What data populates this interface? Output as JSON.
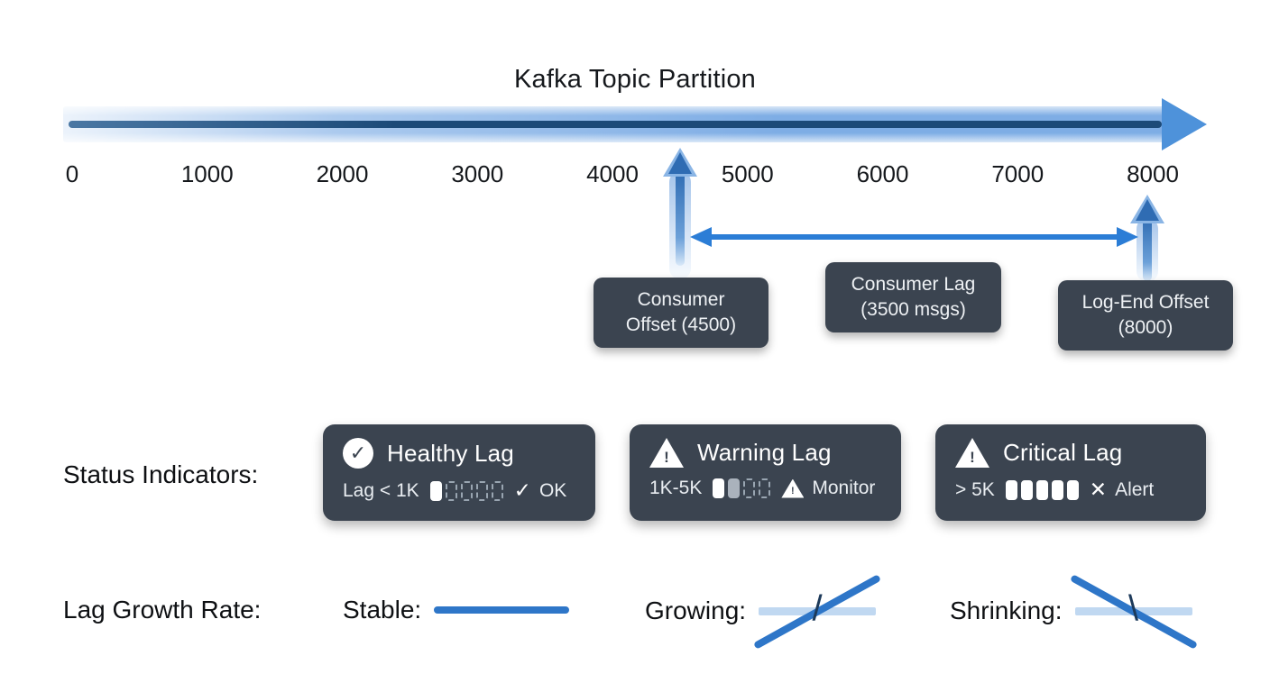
{
  "title": "Kafka Topic Partition",
  "axis": {
    "ticks": [
      "0",
      "1000",
      "2000",
      "3000",
      "4000",
      "5000",
      "6000",
      "7000",
      "8000"
    ],
    "range": [
      0,
      8000
    ]
  },
  "markers": {
    "consumer_offset": {
      "line1": "Consumer",
      "line2": "Offset (4500)",
      "value": 4500
    },
    "consumer_lag": {
      "line1": "Consumer Lag",
      "line2": "(3500 msgs)",
      "value_msgs": 3500
    },
    "log_end_offset": {
      "line1": "Log-End Offset",
      "line2": "(8000)",
      "value": 8000
    }
  },
  "status": {
    "label": "Status Indicators:",
    "cards": [
      {
        "title": "Healthy Lag",
        "icon": "check-circle-icon",
        "range": "Lag < 1K",
        "blocks": [
          "solid-white",
          "dashed",
          "dashed",
          "dashed",
          "dashed"
        ],
        "result_glyph": "✓",
        "result": "OK"
      },
      {
        "title": "Warning Lag",
        "icon": "warning-triangle-icon",
        "range": "1K-5K",
        "blocks": [
          "solid-white",
          "solid-gray",
          "dashed",
          "dashed"
        ],
        "result_glyph": "",
        "result": "Monitor"
      },
      {
        "title": "Critical Lag",
        "icon": "warning-triangle-icon",
        "range": "> 5K",
        "blocks": [
          "solid-white",
          "solid-white",
          "solid-white",
          "solid-white",
          "solid-white"
        ],
        "result_glyph": "✕",
        "result": "Alert"
      }
    ]
  },
  "growth": {
    "label": "Lag Growth Rate:",
    "items": [
      {
        "label": "Stable:",
        "type": "stable",
        "glyph": ""
      },
      {
        "label": "Growing:",
        "type": "growing",
        "glyph": "/"
      },
      {
        "label": "Shrinking:",
        "type": "shrinking",
        "glyph": "\\"
      }
    ]
  },
  "colors": {
    "arrow_blue": "#2b7dd6",
    "bar_blue": "#7eade5",
    "bar_core_navy": "#1c4a78",
    "light_blue": "#c0d8f1",
    "box_slate": "#3b4450",
    "text_dark": "#15181c",
    "white": "#ffffff"
  }
}
